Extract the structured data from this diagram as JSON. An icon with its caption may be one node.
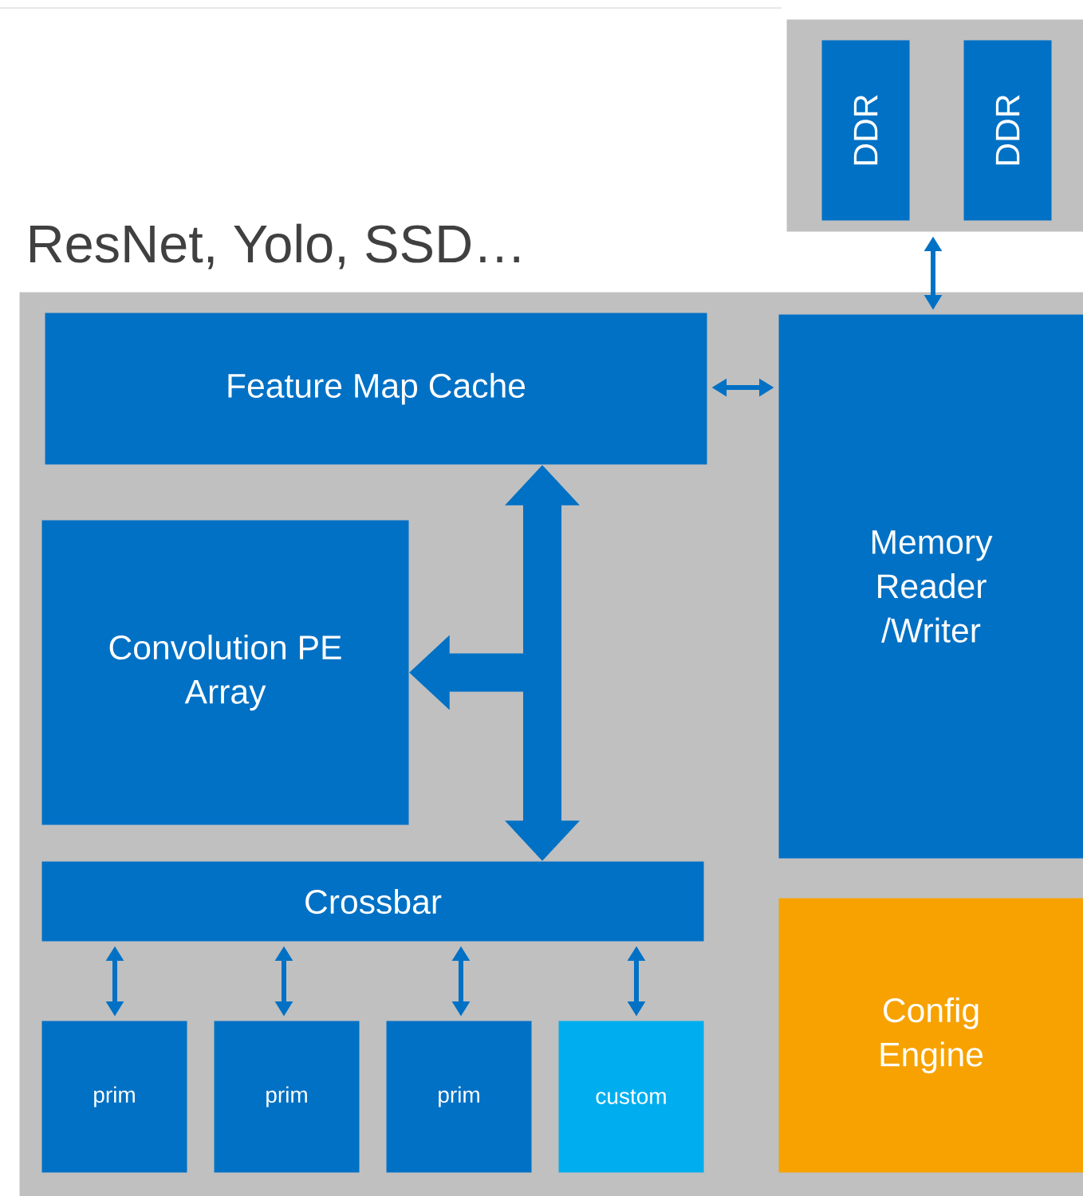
{
  "diagram": {
    "nodes": [
      {
        "text": [],
        "shape": "box"
      },
      {
        "text": [
          "DDR"
        ],
        "in": 0
      },
      {
        "text": [
          "DDR"
        ],
        "in": 0
      },
      {
        "text": [
          "ResNet, Yolo, SSD…"
        ]
      },
      {
        "text": [
          "Feature Map Cache"
        ],
        "in": 3
      },
      {
        "text": [
          "Convolution PE Array"
        ],
        "in": 3
      },
      {
        "text": [
          "Memory Reader /Writer"
        ],
        "in": 3
      },
      {
        "text": [
          "Crossbar"
        ],
        "in": 3
      },
      {
        "text": [
          "Config Engine"
        ],
        "in": 3
      },
      {
        "text": [
          "prim"
        ],
        "in": 3
      },
      {
        "text": [
          "prim"
        ],
        "in": 3
      },
      {
        "text": [
          "prim"
        ],
        "in": 3
      },
      {
        "text": [
          "custom"
        ],
        "in": 3
      }
    ],
    "edges": [
      {
        "from": 0,
        "to": 6,
        "arrow": "both"
      },
      {
        "from": 4,
        "to": 6,
        "arrow": "both"
      },
      {
        "from": 4,
        "to": 7,
        "arrow": "both",
        "style": "thick"
      },
      {
        "from": 4,
        "to": 5,
        "arrow": "to",
        "style": "thick"
      },
      {
        "from": 7,
        "to": 9,
        "arrow": "both"
      },
      {
        "from": 7,
        "to": 10,
        "arrow": "both"
      },
      {
        "from": 7,
        "to": 11,
        "arrow": "both"
      },
      {
        "from": 7,
        "to": 12,
        "arrow": "both"
      }
    ]
  }
}
